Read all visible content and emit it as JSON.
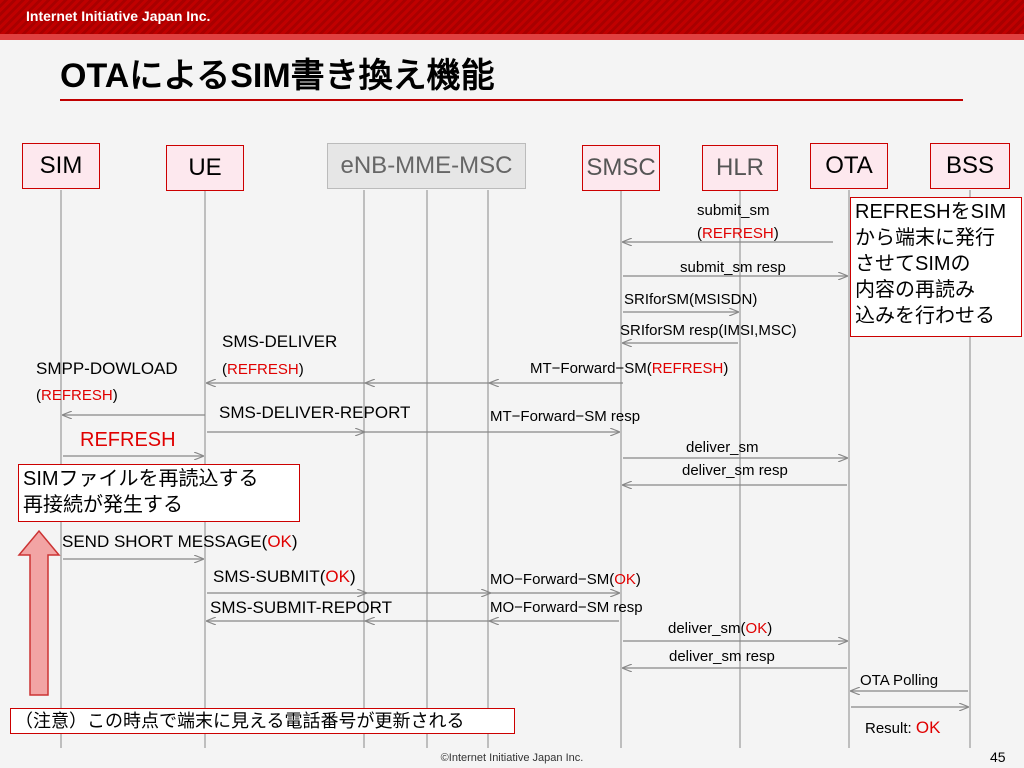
{
  "header": {
    "brand": "Internet Initiative Japan Inc.",
    "title": "OTAによるSIM書き換え機能"
  },
  "lanes": {
    "sim": "SIM",
    "ue": "UE",
    "enb": "eNB-MME-MSC",
    "smsc": "SMSC",
    "hlr": "HLR",
    "ota": "OTA",
    "bss": "BSS"
  },
  "notes": {
    "refresh_lines": [
      "REFRESHをSIM",
      "から端末に発行",
      "させてSIMの",
      "内容の再読み",
      "込みを行わせる"
    ],
    "sim_reread_lines": [
      "SIMファイルを再読込する",
      "再接続が発生する"
    ],
    "caution": "（注意）この時点で端末に見える電話番号が更新される"
  },
  "messages": {
    "submit_sm": "submit_sm",
    "submit_sm_param": "REFRESH",
    "submit_sm_resp": "submit_sm resp",
    "sri_for_sm": "SRIforSM(MSISDN)",
    "sri_for_sm_resp": "SRIforSM resp(IMSI,MSC)",
    "sms_deliver": "SMS-DELIVER",
    "sms_deliver_param": "REFRESH",
    "mt_forward_sm": "MT−Forward−SM(",
    "mt_forward_sm_param": "REFRESH",
    "smpp_download": "SMPP-DOWLOAD",
    "smpp_download_param": "REFRESH",
    "sms_deliver_report": "SMS-DELIVER-REPORT",
    "mt_forward_sm_resp": "MT−Forward−SM resp",
    "refresh": "REFRESH",
    "deliver_sm_1": "deliver_sm",
    "deliver_sm_resp_1": "deliver_sm resp",
    "send_short_message": "SEND SHORT MESSAGE(",
    "send_short_message_param": "OK",
    "sms_submit": "SMS-SUBMIT(",
    "sms_submit_param": "OK",
    "mo_forward_sm": "MO−Forward−SM(",
    "mo_forward_sm_param": "OK",
    "sms_submit_report": "SMS-SUBMIT-REPORT",
    "mo_forward_sm_resp": "MO−Forward−SM resp",
    "deliver_sm_2": "deliver_sm(",
    "deliver_sm_2_param": "OK",
    "deliver_sm_resp_2": "deliver_sm resp",
    "ota_polling": "OTA Polling",
    "result": "Result: ",
    "result_param": "OK",
    "paren_open": "(",
    "paren_close": ")"
  },
  "footer": {
    "copyright": "©Internet Initiative Japan Inc.",
    "page": "45"
  },
  "colors": {
    "accent": "#c00000",
    "param_red": "#e00000",
    "line": "#999999",
    "up_arrow": "#f0a0a0"
  }
}
